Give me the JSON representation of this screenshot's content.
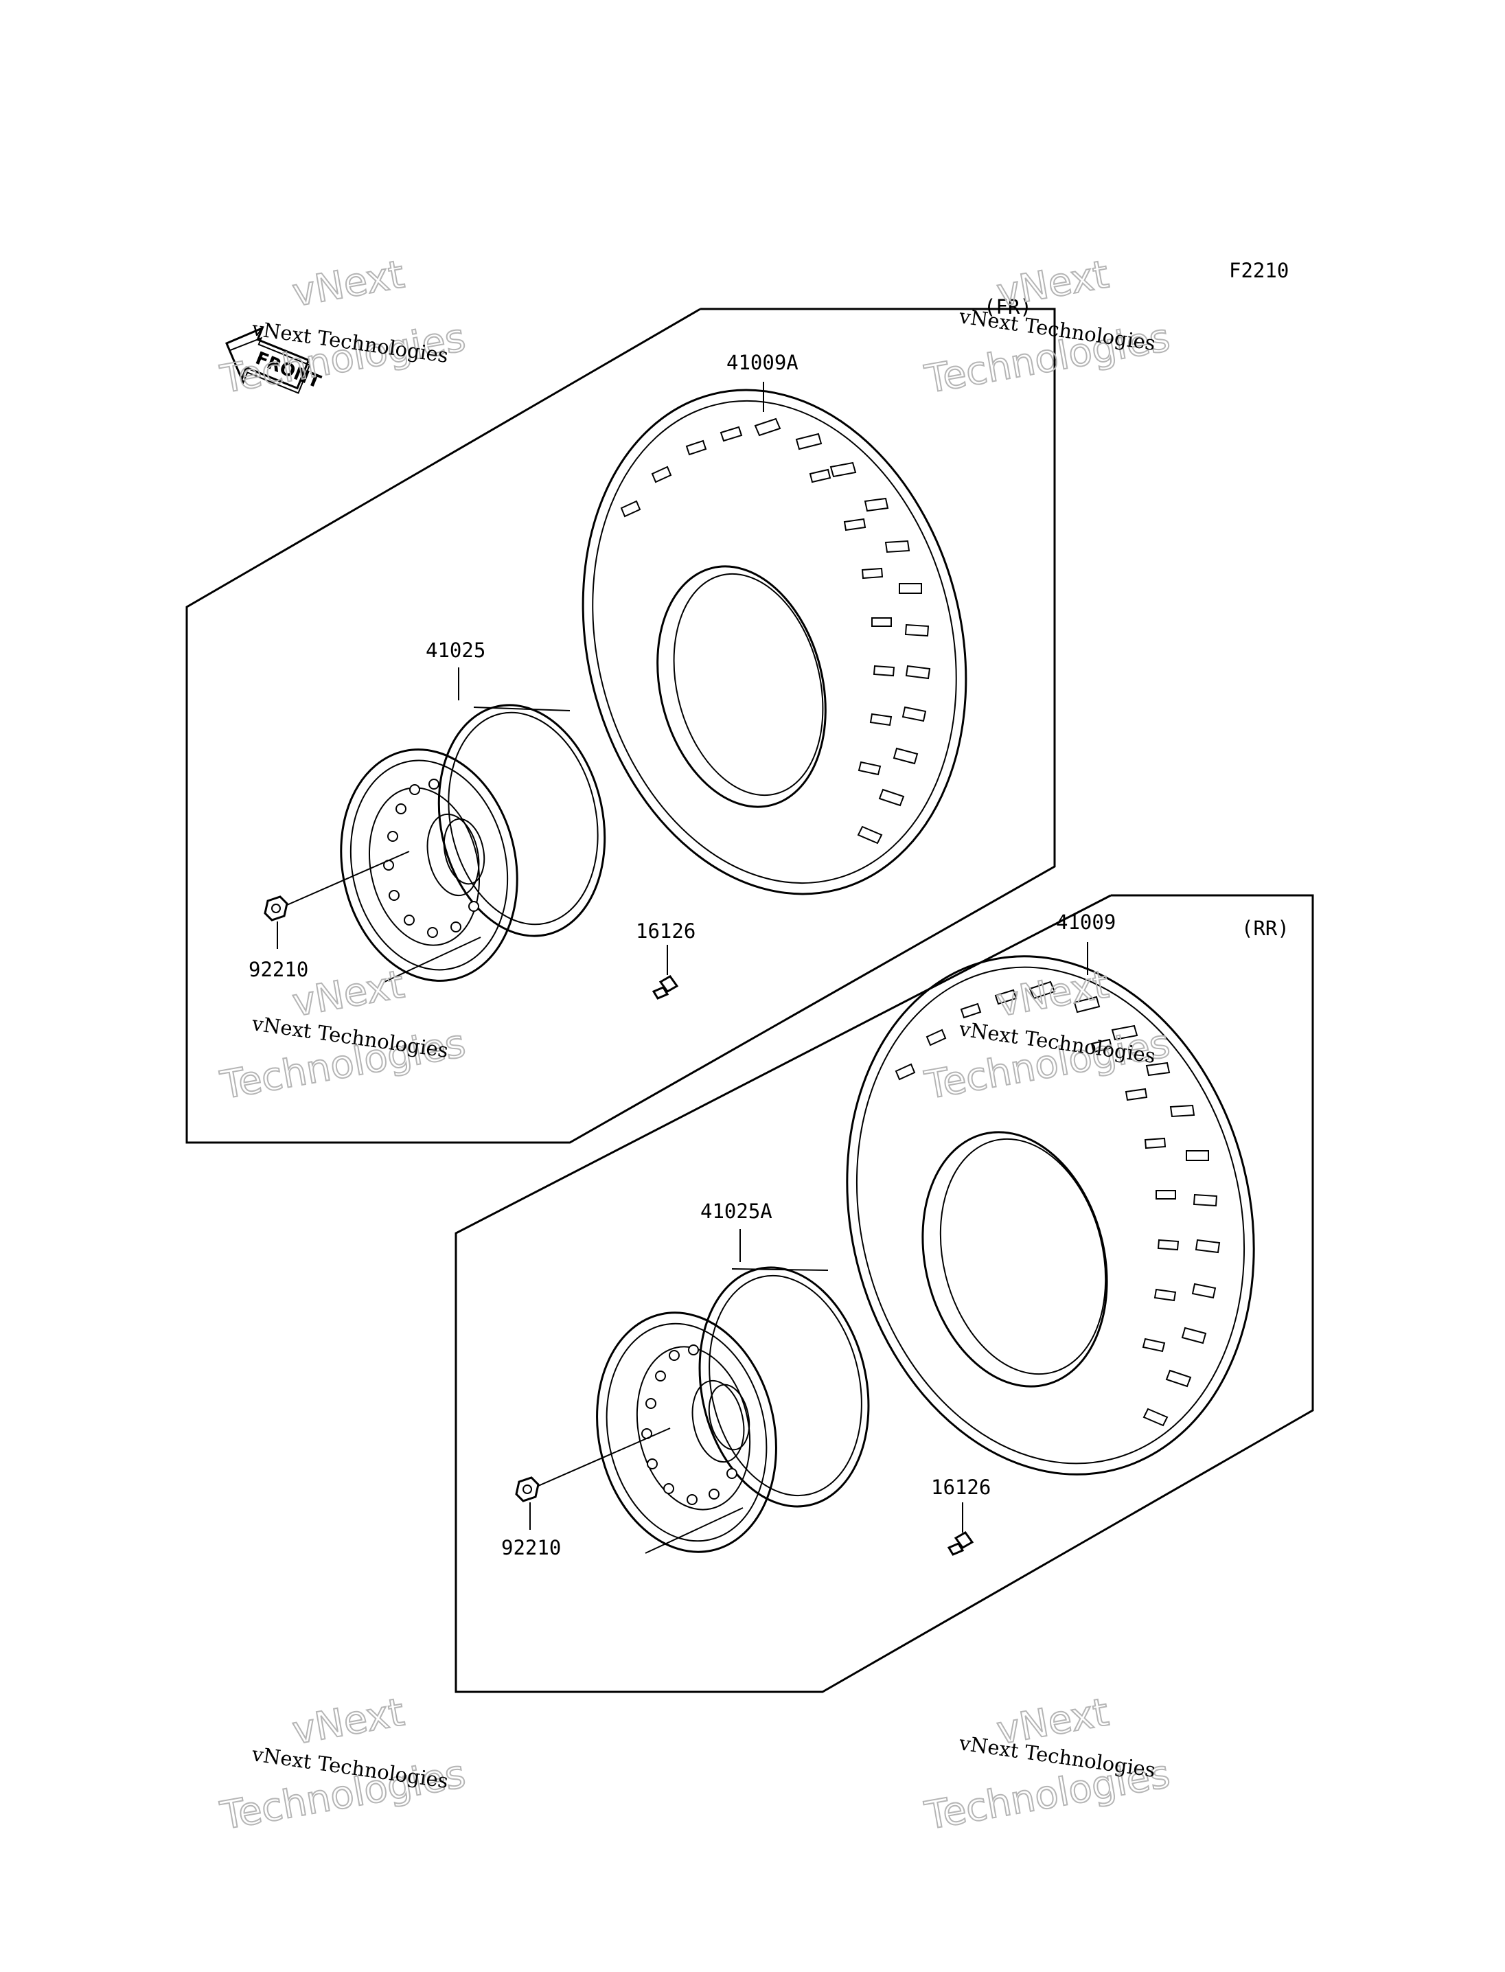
{
  "diagram_code": "F2210",
  "front_label": "FRONT",
  "groups": {
    "front": {
      "tag": "(FR)"
    },
    "rear": {
      "tag": "(RR)"
    }
  },
  "parts": {
    "tire_front": "41009A",
    "wheel_front": "41025",
    "nut_front": "92210",
    "valve_front": "16126",
    "tire_rear": "41009",
    "wheel_rear": "41025A",
    "nut_rear": "92210",
    "valve_rear": "16126"
  },
  "watermark": {
    "line_small": "vNext Technologies",
    "line_big_1": "vNext",
    "line_big_2": "Technologies"
  }
}
